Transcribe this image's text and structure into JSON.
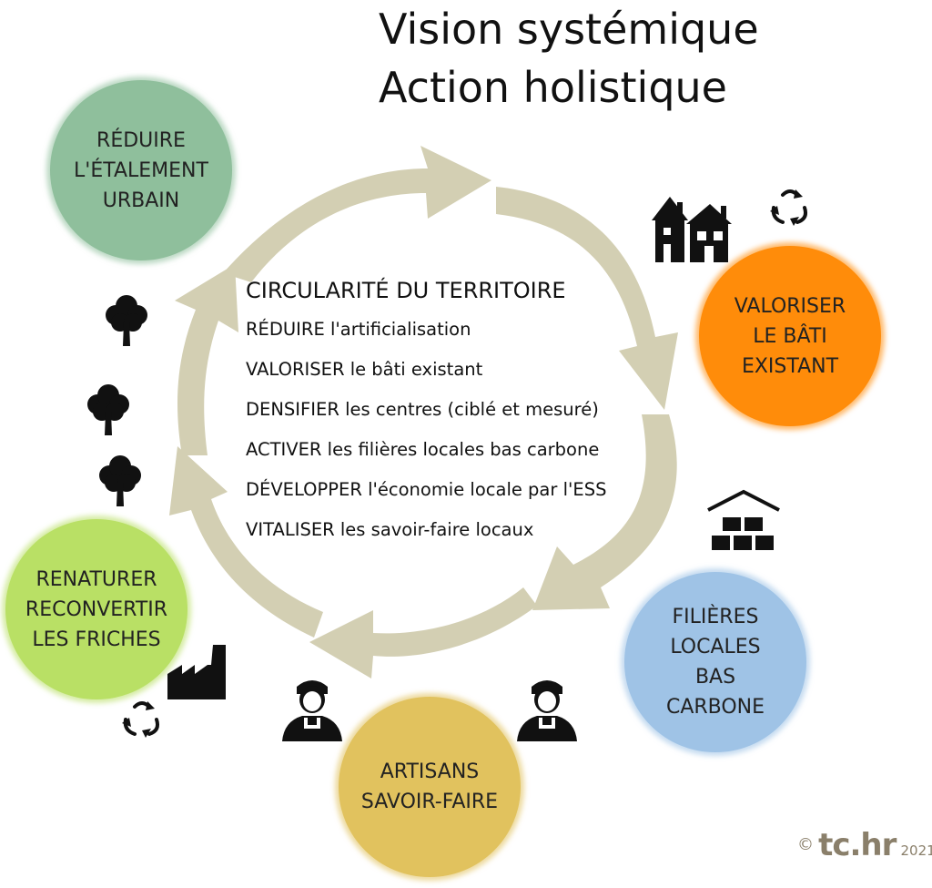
{
  "title": {
    "line1": "Vision systémique",
    "line2": "Action holistique"
  },
  "center": {
    "heading": "CIRCULARITÉ DU TERRITOIRE",
    "items": [
      "RÉDUIRE l'artificialisation",
      "VALORISER le bâti existant",
      "DENSIFIER les centres (ciblé et mesuré)",
      "ACTIVER  les filières locales bas carbone",
      "DÉVELOPPER l'économie locale par l'ESS",
      "VITALISER les savoir-faire locaux"
    ]
  },
  "circles": [
    {
      "lines": [
        "RÉDUIRE",
        "L'ÉTALEMENT",
        "URBAIN"
      ],
      "color": "#8fbf9c"
    },
    {
      "lines": [
        "VALORISER",
        "LE BÂTI",
        "EXISTANT"
      ],
      "color": "#ff8c0a"
    },
    {
      "lines": [
        "FILIÈRES",
        "LOCALES",
        "BAS",
        "CARBONE"
      ],
      "color": "#9fc3e6"
    },
    {
      "lines": [
        "ARTISANS",
        "SAVOIR-FAIRE"
      ],
      "color": "#e1c25e"
    },
    {
      "lines": [
        "RENATURER",
        "RECONVERTIR",
        "LES FRICHES"
      ],
      "color": "#b9e065"
    }
  ],
  "ring_color": "#d3cfb3",
  "icons": [
    "house-icon",
    "recycle-icon",
    "tree-icon",
    "warehouse-icon",
    "factory-icon",
    "worker-icon"
  ],
  "copyright": {
    "symbol": "©",
    "brand": "tc.hr",
    "year": "2021"
  }
}
